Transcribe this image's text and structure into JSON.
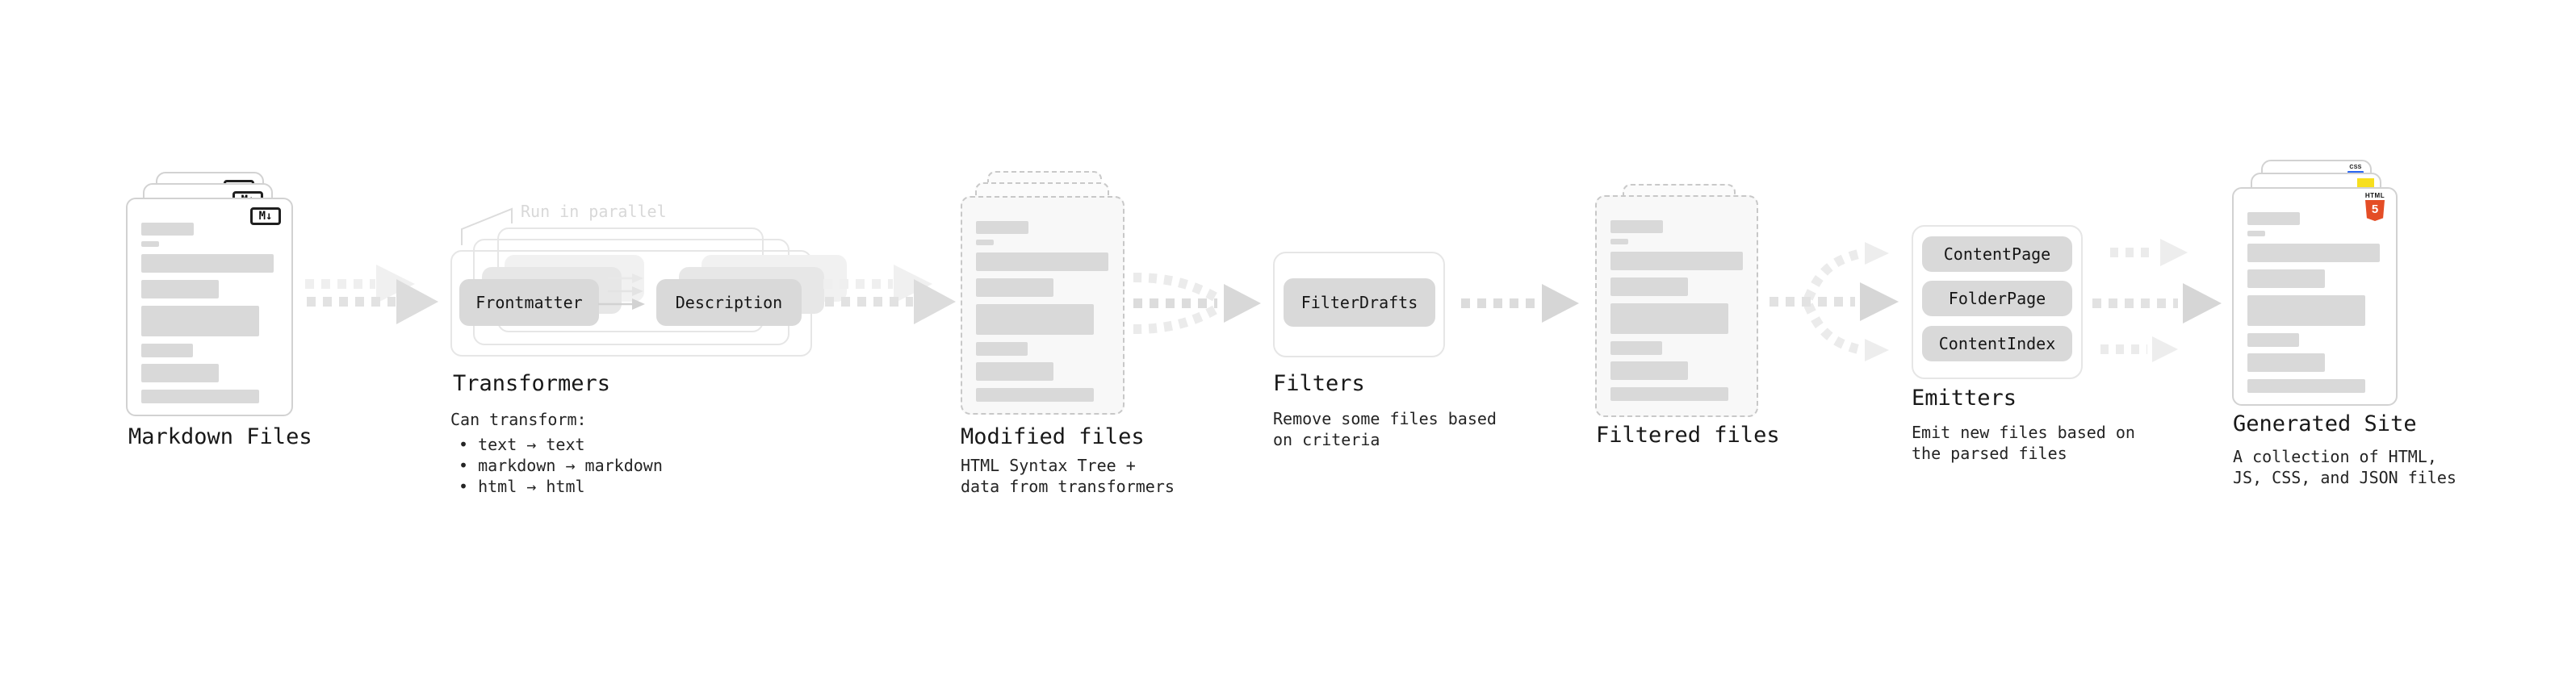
{
  "stages": {
    "markdown": {
      "title": "Markdown Files",
      "badge": "M↓"
    },
    "transformers": {
      "title": "Transformers",
      "annotation": "Run in parallel",
      "pill_left": "Frontmatter",
      "pill_right": "Description",
      "desc_heading": "Can transform:",
      "bullets": [
        "• text → text",
        "• markdown → markdown",
        "• html → html"
      ]
    },
    "modified": {
      "title": "Modified files",
      "desc": [
        "HTML Syntax Tree +",
        "data from transformers"
      ]
    },
    "filters": {
      "title": "Filters",
      "pill": "FilterDrafts",
      "desc": [
        "Remove some files based",
        "on criteria"
      ]
    },
    "filtered": {
      "title": "Filtered files"
    },
    "emitters": {
      "title": "Emitters",
      "pills": [
        "ContentPage",
        "FolderPage",
        "ContentIndex"
      ],
      "desc": [
        "Emit new files based on",
        "the parsed files"
      ]
    },
    "generated": {
      "title": "Generated Site",
      "badge_css": "CSS",
      "badge_html_word": "HTML",
      "badge_html_number": "5",
      "desc": [
        "A collection of HTML,",
        "JS, CSS, and JSON files"
      ]
    }
  },
  "colors": {
    "html5_orange": "#e44d26",
    "js_yellow": "#f7df1e",
    "css_blue": "#2965f1",
    "pill_gray": "#d9d9d9",
    "arrow_gray": "#d8d8d8",
    "arrow_light": "#ececec",
    "text": "#1c1c1c"
  }
}
